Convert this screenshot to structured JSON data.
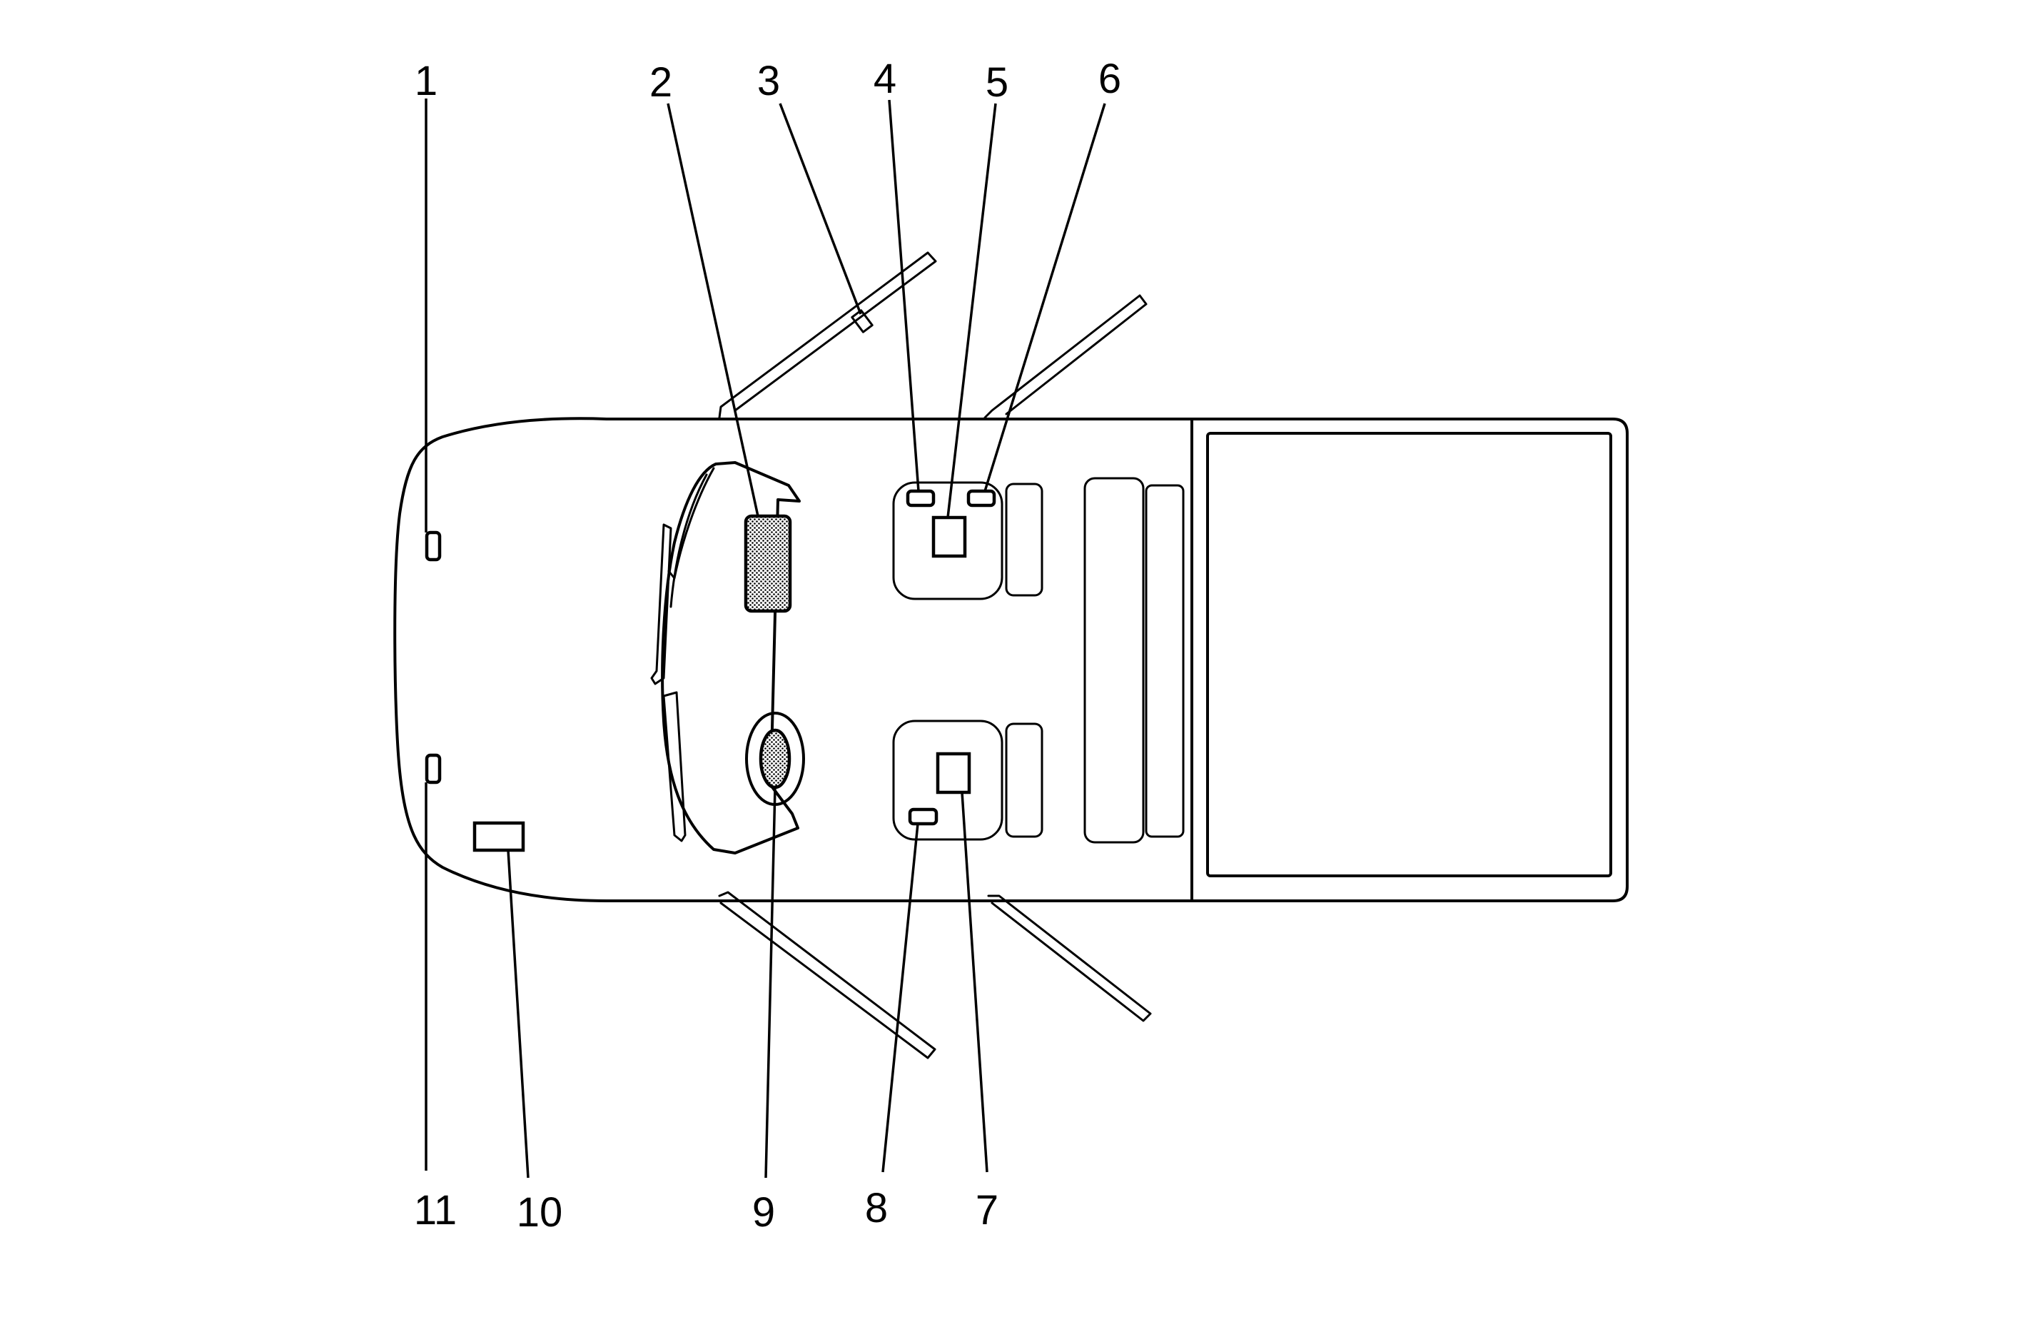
{
  "diagram": {
    "callouts": [
      {
        "id": 1,
        "label": "1"
      },
      {
        "id": 2,
        "label": "2"
      },
      {
        "id": 3,
        "label": "3"
      },
      {
        "id": 4,
        "label": "4"
      },
      {
        "id": 5,
        "label": "5"
      },
      {
        "id": 6,
        "label": "6"
      },
      {
        "id": 7,
        "label": "7"
      },
      {
        "id": 8,
        "label": "8"
      },
      {
        "id": 9,
        "label": "9"
      },
      {
        "id": 10,
        "label": "10"
      },
      {
        "id": 11,
        "label": "11"
      }
    ],
    "colors": {
      "line": "#000000",
      "background": "#ffffff",
      "shaded_fill": "#bdbdbd"
    }
  }
}
